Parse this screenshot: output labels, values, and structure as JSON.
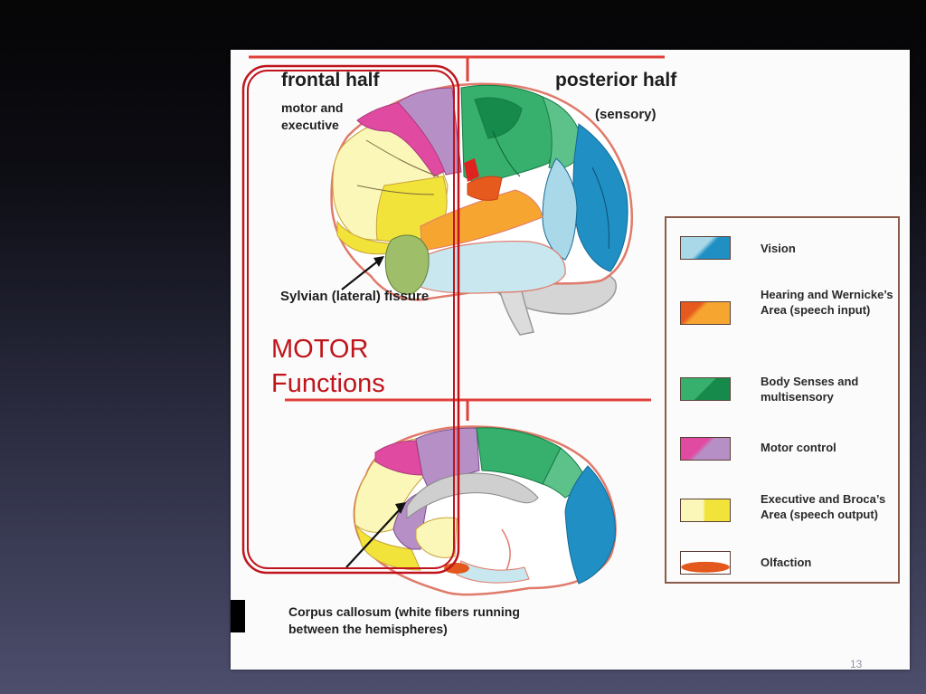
{
  "labels": {
    "frontal_half": "frontal half",
    "motor_and_executive": "motor and executive",
    "posterior_half": "posterior half",
    "sensory": "(sensory)",
    "sylvian": "Sylvian (lateral) fissure",
    "corpus_callosum": "Corpus callosum (white fibers running between the hemispheres)",
    "motor_functions": "MOTOR Functions"
  },
  "legend": [
    {
      "label": "Vision",
      "colors": [
        "#a9d9e8",
        "#1f8fc4"
      ]
    },
    {
      "label": "Hearing and Wernicke’s Area (speech input)",
      "colors": [
        "#f6a531",
        "#e75a1e"
      ]
    },
    {
      "label": "Body Senses and multisensory",
      "colors": [
        "#37b06d",
        "#168a4a"
      ]
    },
    {
      "label": "Motor control",
      "colors": [
        "#b78fc7",
        "#e04aa0"
      ]
    },
    {
      "label": "Executive and Broca’s Area (speech output)",
      "colors": [
        "#fbf7b8",
        "#f2e33a"
      ]
    },
    {
      "label": "Olfaction",
      "colors": [
        "#ffffff",
        "#e2581d"
      ]
    }
  ],
  "slide_number": "13"
}
